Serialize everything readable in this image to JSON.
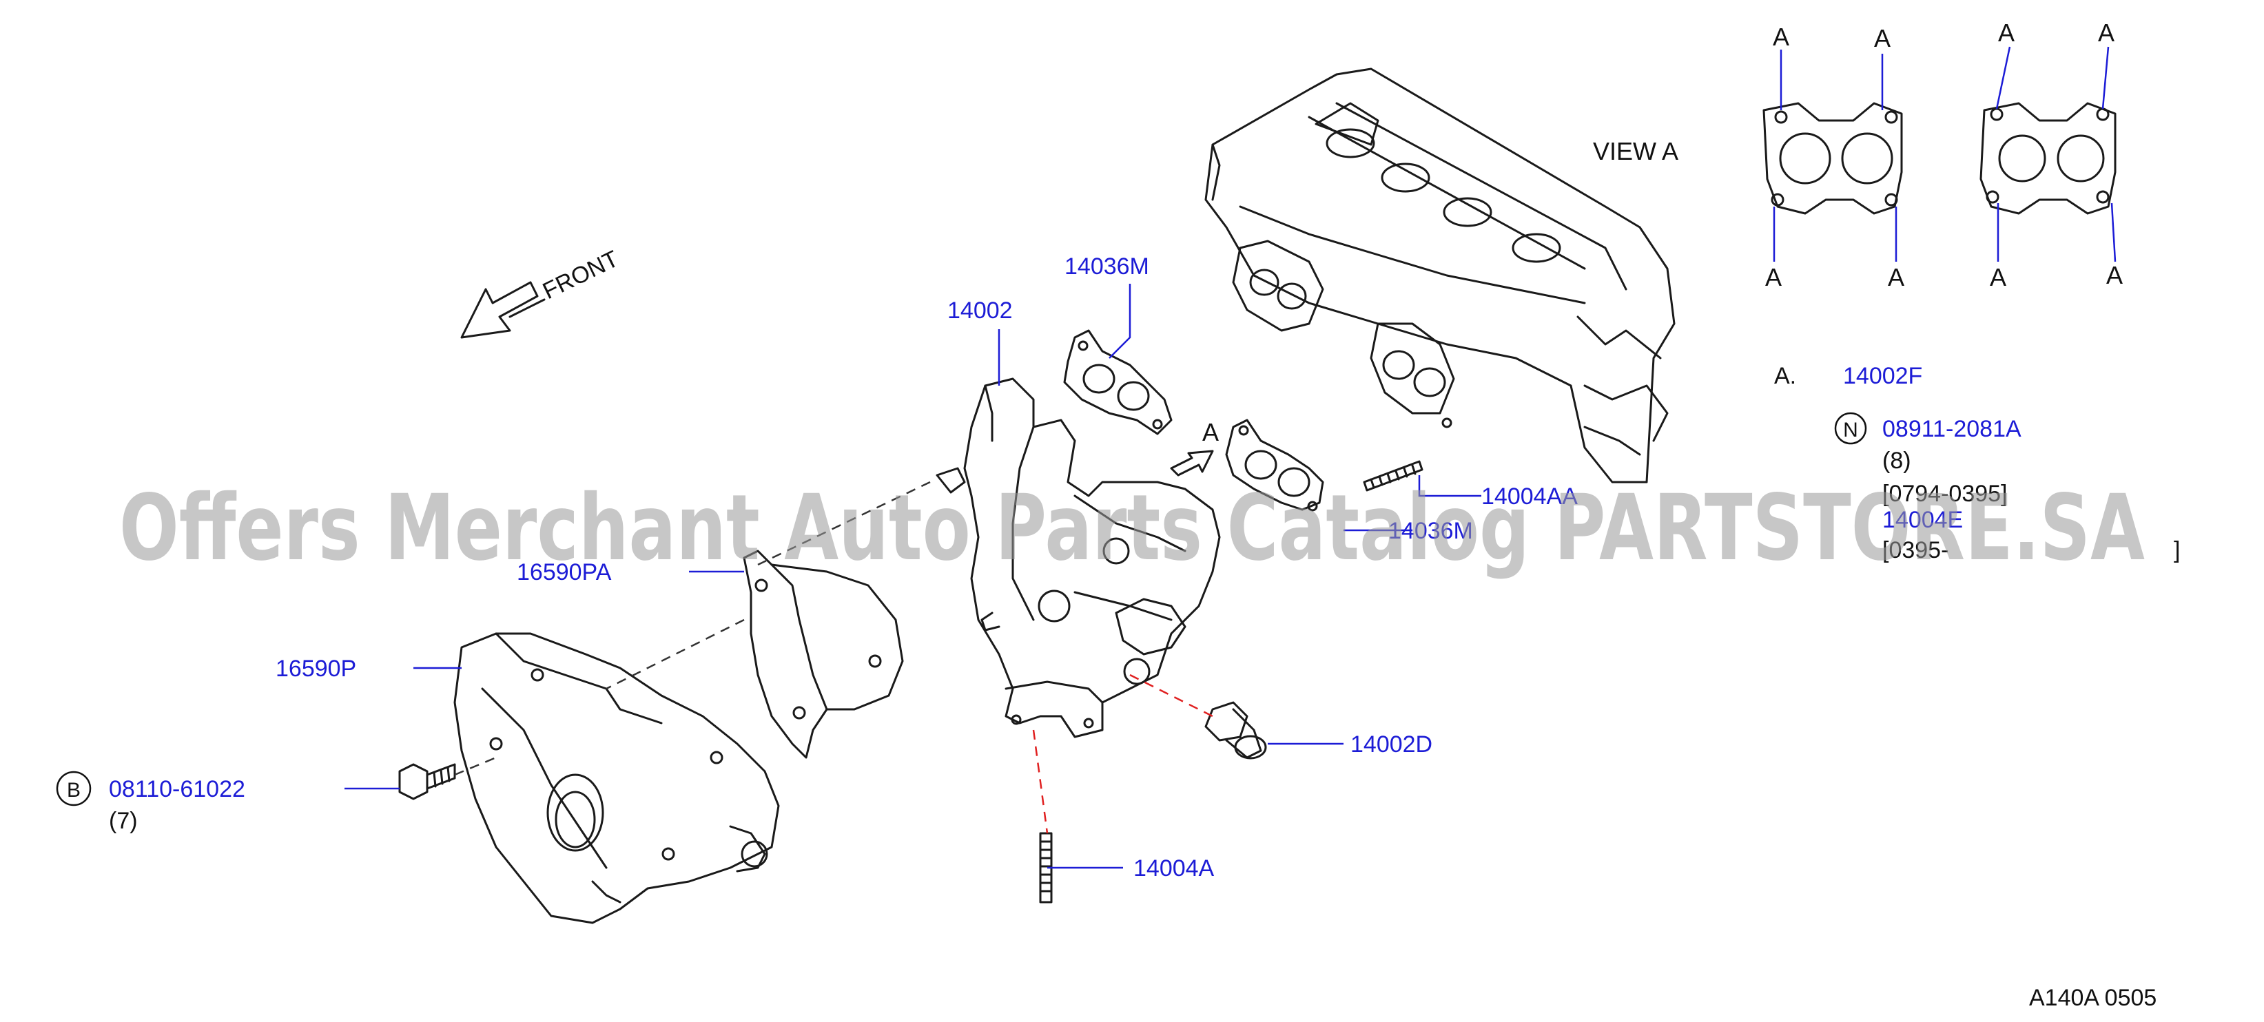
{
  "colors": {
    "part_number": "#1c1cd6",
    "line_art": "#1a1a1a",
    "red_dash": "#e02020",
    "watermark": "#9a9a9a"
  },
  "front_label": "FRONT",
  "view_label": "VIEW  A",
  "callout_a": "A",
  "gasket_corner_letter": "A",
  "legend": {
    "letter": "A.",
    "part": "14002F",
    "n_symbol": "N",
    "n_part": "08911-2081A",
    "n_qty": "(8)",
    "range_1": "[0794-0395]",
    "part_2": "14004E",
    "range_2": "[0395-",
    "range_2_end": "]"
  },
  "parts": {
    "p14036M_top": "14036M",
    "p14002": "14002",
    "p14004AA": "14004AA",
    "p14036M_right": "14036M",
    "p16590PA": "16590PA",
    "p16590P": "16590P",
    "p14002D": "14002D",
    "p14004A": "14004A"
  },
  "bolt_b": {
    "symbol": "B",
    "part": "08110-61022",
    "qty": "(7)"
  },
  "footer_code": "A140A  0505",
  "watermark": "Offers Merchant Auto Parts Catalog PARTSTORE.SA"
}
